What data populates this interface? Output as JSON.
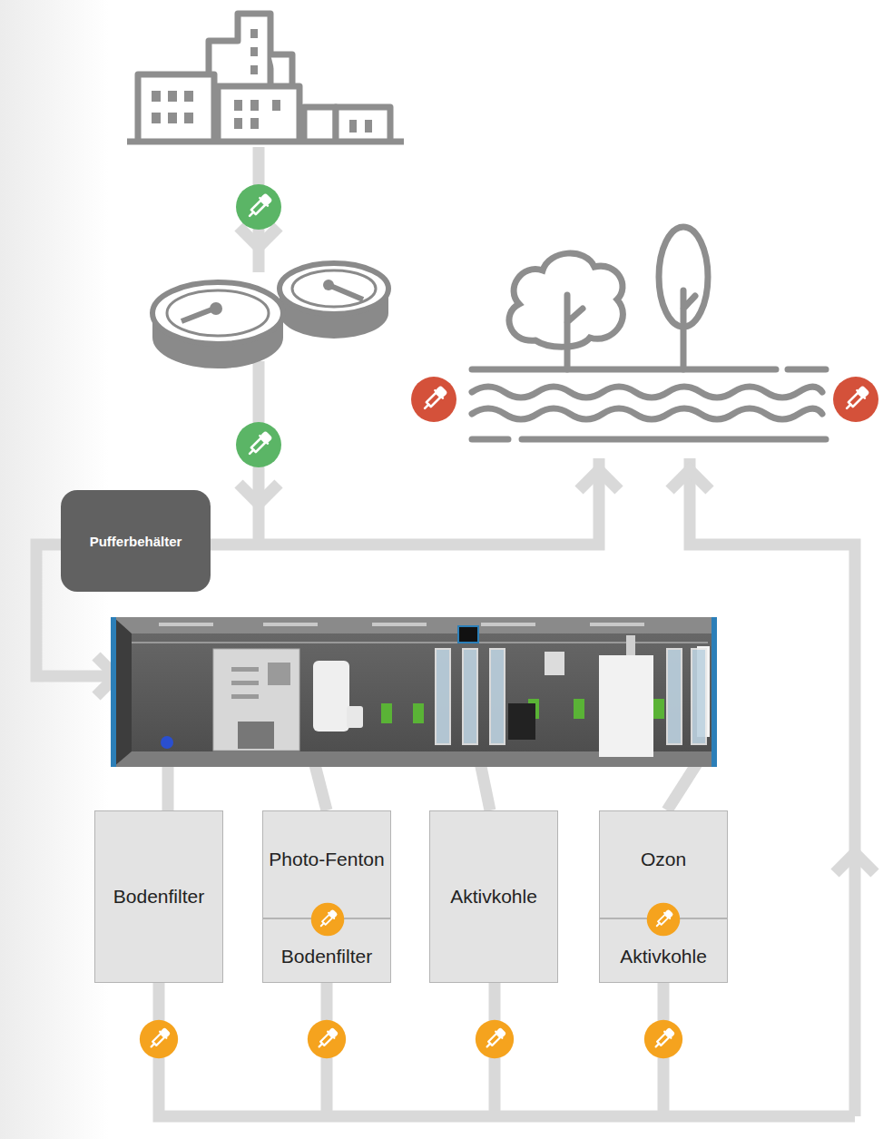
{
  "diagram": {
    "nodes": [
      {
        "text": [
          "Pufferbehälter"
        ]
      },
      {
        "text": [
          "Bodenfilter"
        ]
      },
      {
        "text": [
          "Photo-Fenton"
        ]
      },
      {
        "text": [
          "Bodenfilter"
        ]
      },
      {
        "text": [
          "Aktivkohle"
        ]
      },
      {
        "text": [
          "Ozon"
        ]
      },
      {
        "text": [
          "Aktivkohle"
        ]
      }
    ]
  }
}
